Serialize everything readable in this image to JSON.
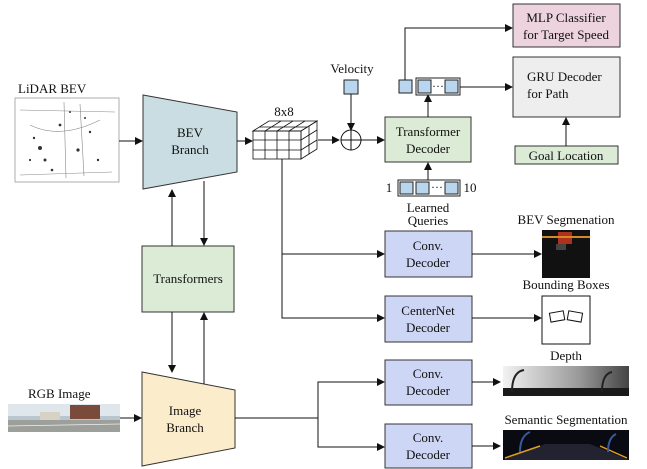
{
  "inputs": {
    "lidar": "LiDAR BEV",
    "rgb": "RGB Image",
    "velocity": "Velocity"
  },
  "grid_label": "8x8",
  "branches": {
    "bev": [
      "BEV",
      "Branch"
    ],
    "image": [
      "Image",
      "Branch"
    ],
    "transformers": "Transformers"
  },
  "transformer_decoder": [
    "Transformer",
    "Decoder"
  ],
  "queries": {
    "start": "1",
    "end": "10",
    "label": [
      "Learned",
      "Queries"
    ],
    "ellipsis": "···"
  },
  "heads": {
    "mlp": [
      "MLP Classifier",
      "for Target Speed"
    ],
    "gru": [
      "GRU Decoder",
      "for Path"
    ],
    "goal": "Goal Location",
    "bev_seg_decoder": [
      "Conv.",
      "Decoder"
    ],
    "centernet": [
      "CenterNet",
      "Decoder"
    ],
    "depth_decoder": [
      "Conv.",
      "Decoder"
    ],
    "sem_decoder": [
      "Conv.",
      "Decoder"
    ]
  },
  "outputs": {
    "bev_seg": "BEV Segmenation",
    "boxes": "Bounding Boxes",
    "depth": "Depth",
    "semantic": "Semantic Segmentation"
  }
}
